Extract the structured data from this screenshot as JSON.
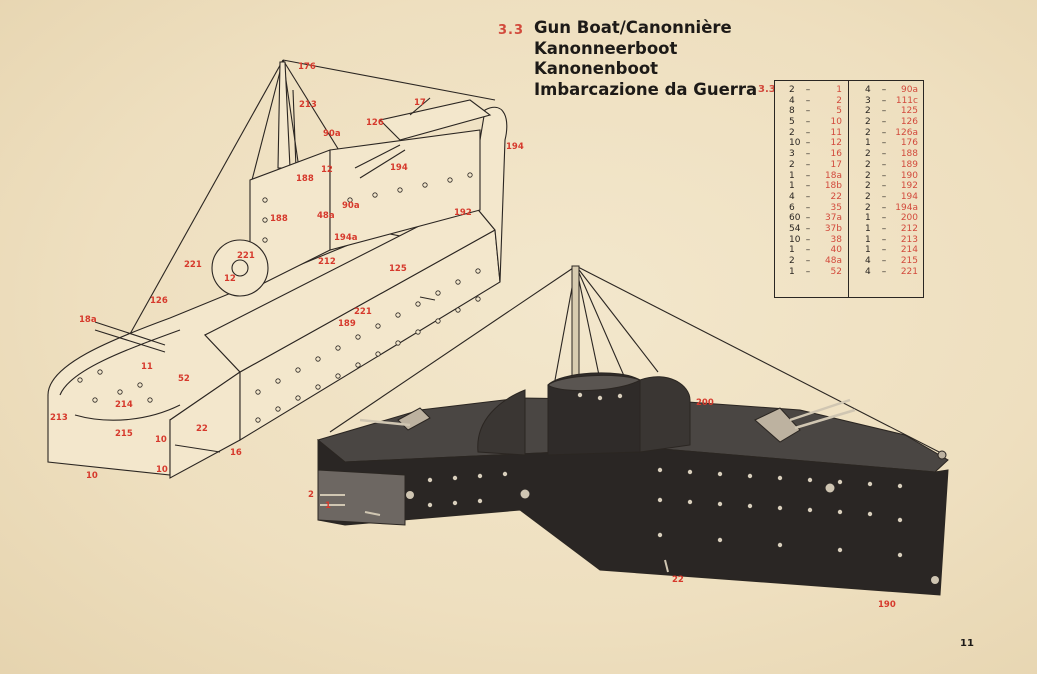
{
  "header": {
    "model_number": "3.3",
    "titles": [
      "Gun Boat/Canonnière",
      "Kanonneerboot",
      "Kanonenboot",
      "Imbarcazione da Guerra"
    ]
  },
  "parts_list": {
    "model_number": "3.3",
    "left_column": [
      {
        "qty": "2",
        "part": "1"
      },
      {
        "qty": "4",
        "part": "2"
      },
      {
        "qty": "8",
        "part": "5"
      },
      {
        "qty": "5",
        "part": "10"
      },
      {
        "qty": "2",
        "part": "11"
      },
      {
        "qty": "10",
        "part": "12"
      },
      {
        "qty": "3",
        "part": "16"
      },
      {
        "qty": "2",
        "part": "17"
      },
      {
        "qty": "1",
        "part": "18a"
      },
      {
        "qty": "1",
        "part": "18b"
      },
      {
        "qty": "4",
        "part": "22"
      },
      {
        "qty": "6",
        "part": "35"
      },
      {
        "qty": "60",
        "part": "37a"
      },
      {
        "qty": "54",
        "part": "37b"
      },
      {
        "qty": "10",
        "part": "38"
      },
      {
        "qty": "1",
        "part": "40"
      },
      {
        "qty": "2",
        "part": "48a"
      },
      {
        "qty": "1",
        "part": "52"
      }
    ],
    "right_column": [
      {
        "qty": "4",
        "part": "90a"
      },
      {
        "qty": "3",
        "part": "111c"
      },
      {
        "qty": "2",
        "part": "125"
      },
      {
        "qty": "2",
        "part": "126"
      },
      {
        "qty": "2",
        "part": "126a"
      },
      {
        "qty": "1",
        "part": "176"
      },
      {
        "qty": "2",
        "part": "188"
      },
      {
        "qty": "2",
        "part": "189"
      },
      {
        "qty": "2",
        "part": "190"
      },
      {
        "qty": "2",
        "part": "192"
      },
      {
        "qty": "2",
        "part": "194"
      },
      {
        "qty": "2",
        "part": "194a"
      },
      {
        "qty": "1",
        "part": "200"
      },
      {
        "qty": "1",
        "part": "212"
      },
      {
        "qty": "1",
        "part": "213"
      },
      {
        "qty": "1",
        "part": "214"
      },
      {
        "qty": "4",
        "part": "215"
      },
      {
        "qty": "4",
        "part": "221"
      }
    ]
  },
  "diagram_labels": {
    "l176": "176",
    "l213": "213",
    "l17": "17",
    "l126_top": "126",
    "l90a_top": "90a",
    "l12_mid": "12",
    "l194_mid": "194",
    "l194_right": "194",
    "l188_a": "188",
    "l188_b": "188",
    "l48a": "48a",
    "l90a_mid": "90a",
    "l192": "192",
    "l194a": "194a",
    "l221_a": "221",
    "l221_b": "221",
    "l12_low": "12",
    "l212": "212",
    "l125": "125",
    "l126_low": "126",
    "l18a": "18a",
    "l189": "189",
    "l221_c": "221",
    "l11": "11",
    "l52": "52",
    "l214": "214",
    "l213_low": "213",
    "l215": "215",
    "l10_a": "10",
    "l10_b": "10",
    "l10_c": "10",
    "l22_a": "22",
    "l16": "16",
    "l2": "2",
    "l1": "1",
    "l200": "200",
    "l22_b": "22",
    "l190": "190"
  },
  "footer": {
    "page_number": "11"
  }
}
